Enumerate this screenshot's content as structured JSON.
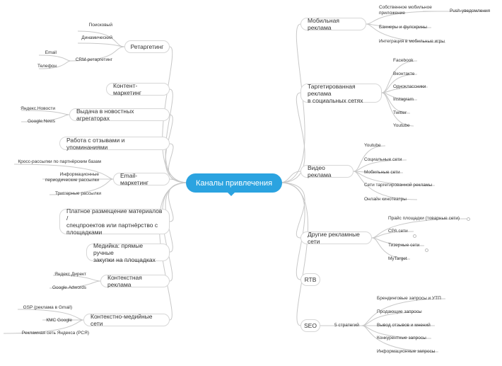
{
  "root": {
    "label": "Каналы привлечения"
  },
  "left": {
    "retargeting": {
      "label": "Ретаргетинг",
      "leaves": [
        "Поисковый",
        "Динамический",
        "CRM-ретаргетинг"
      ],
      "crm_leaves": [
        "Email",
        "Телефон"
      ]
    },
    "content": {
      "label": "Контент-маркетинг"
    },
    "news": {
      "label": "Выдача в новостных агрегаторах",
      "leaves": [
        "Яндекс.Новости",
        "Google.News"
      ]
    },
    "reviews": {
      "label": "Работа с отзывами и упоминаниями"
    },
    "email": {
      "label": "Email-маркетинг",
      "leaves": [
        "Кросс-рассылки по партнёрским базам",
        "Информационные\nпериодические рассылки",
        "Триггерные рассылки"
      ]
    },
    "paid": {
      "label": "Платное размещение материалов  /\nспецпроектов или партнёрство с\nплощадками"
    },
    "media": {
      "label": "Медийка: прямые ручные\nзакупки на площадках"
    },
    "context": {
      "label": "Контекстная реклама",
      "leaves": [
        "Яндекс.Директ",
        "Google.Adwords"
      ]
    },
    "cmn": {
      "label": "Контекстно-медийные сети",
      "leaves": [
        "GSP (реклама в Gmail)",
        "КМС Google",
        "Рекламная сеть Яндекса (РСЯ)"
      ]
    }
  },
  "right": {
    "mobile": {
      "label": "Мобильная реклама",
      "leaves": [
        "Собственное мобильное\nприложение",
        "Баннеры и фулскрины",
        "Интеграция в мобильные игры"
      ],
      "push": "Push-уведомления"
    },
    "social": {
      "label": "Таргетированная реклама\nв социальных сетях",
      "leaves": [
        "Facebook",
        "Вконтакте",
        "Одноклассники",
        "Instagram",
        "Twitter",
        "Youtube"
      ]
    },
    "video": {
      "label": "Видео реклама",
      "leaves": [
        "Youtube",
        "Социальные сети",
        "Мобильные сети",
        "Сети таргетированной рекламы",
        "Онлайн кинотеатры"
      ]
    },
    "other": {
      "label": "Другие рекламные сети",
      "leaves": [
        "Прайс площадки (товарные сети)",
        "CPA сети",
        "Тизерные сети",
        "MyTarget"
      ]
    },
    "rtb": {
      "label": "RTB"
    },
    "seo": {
      "label": "SEO",
      "mid": "5 стратегий",
      "leaves": [
        "Брендинговые запросы и УТП",
        "Продающие запросы",
        "Вывод отзывов и мнений",
        "Конкурентные запросы",
        "Информационные запросы"
      ]
    }
  }
}
